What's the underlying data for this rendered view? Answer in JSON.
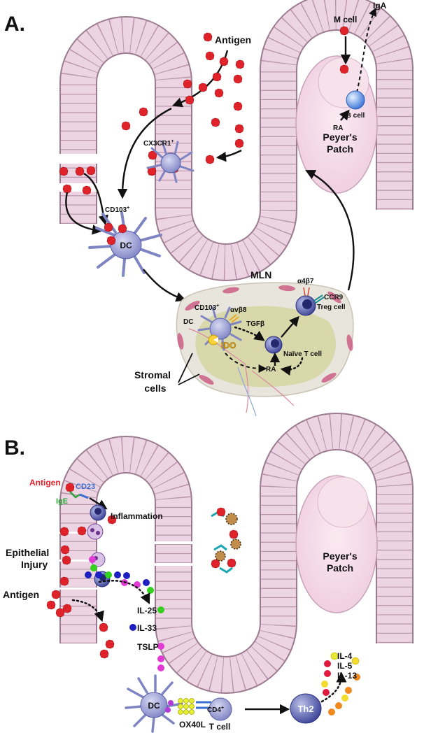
{
  "panel_a": {
    "label": "A.",
    "antigen": "Antigen",
    "m_cell": "M cell",
    "iga": "IgA",
    "b_cell": "B cell",
    "ra_top": "RA",
    "peyers_1": "Peyer's",
    "peyers_2": "Patch",
    "cx3cr1": "CX3CR1",
    "cx3cr1_sup": "+",
    "cd103": "CD103",
    "cd103_sup": "+",
    "dc": "DC",
    "mln": "MLN",
    "cd103_mln": "CD103",
    "cd103_mln_sup": "+",
    "dc_mln": "DC",
    "avb8": "αvβ8",
    "ido": "IDO",
    "tgfb": "TGFβ",
    "a4b7": "α4β7",
    "ccr9": "CCR9",
    "treg": "Treg cell",
    "naive": "Naïve T cell",
    "ra_mln": "RA",
    "stromal_1": "Stromal",
    "stromal_2": "cells"
  },
  "panel_b": {
    "label": "B.",
    "antigen_top": "Antigen",
    "cd23": "CD23",
    "ige": "IgE",
    "inflammation": "Inflammation",
    "injury_1": "Epithelial",
    "injury_2": "Injury",
    "antigen_left": "Antigen",
    "il25": "IL-25",
    "il33": "IL-33",
    "tslp": "TSLP",
    "peyers_1": "Peyer's",
    "peyers_2": "Patch",
    "dc": "DC",
    "ox40l": "OX40L",
    "cd4": "CD4",
    "cd4_sup": "+",
    "t_cell": "T cell",
    "th2": "Th2",
    "il4": "IL-4",
    "il5": "IL-5",
    "il13": "IL-13"
  },
  "colors": {
    "epithelium": "#ecd4e2",
    "antigen": "#e0222a",
    "dc": "#9ea2d6",
    "cd23": "#3b6fd1",
    "ige": "#2fa63a",
    "antigen_text": "#e0222a"
  }
}
